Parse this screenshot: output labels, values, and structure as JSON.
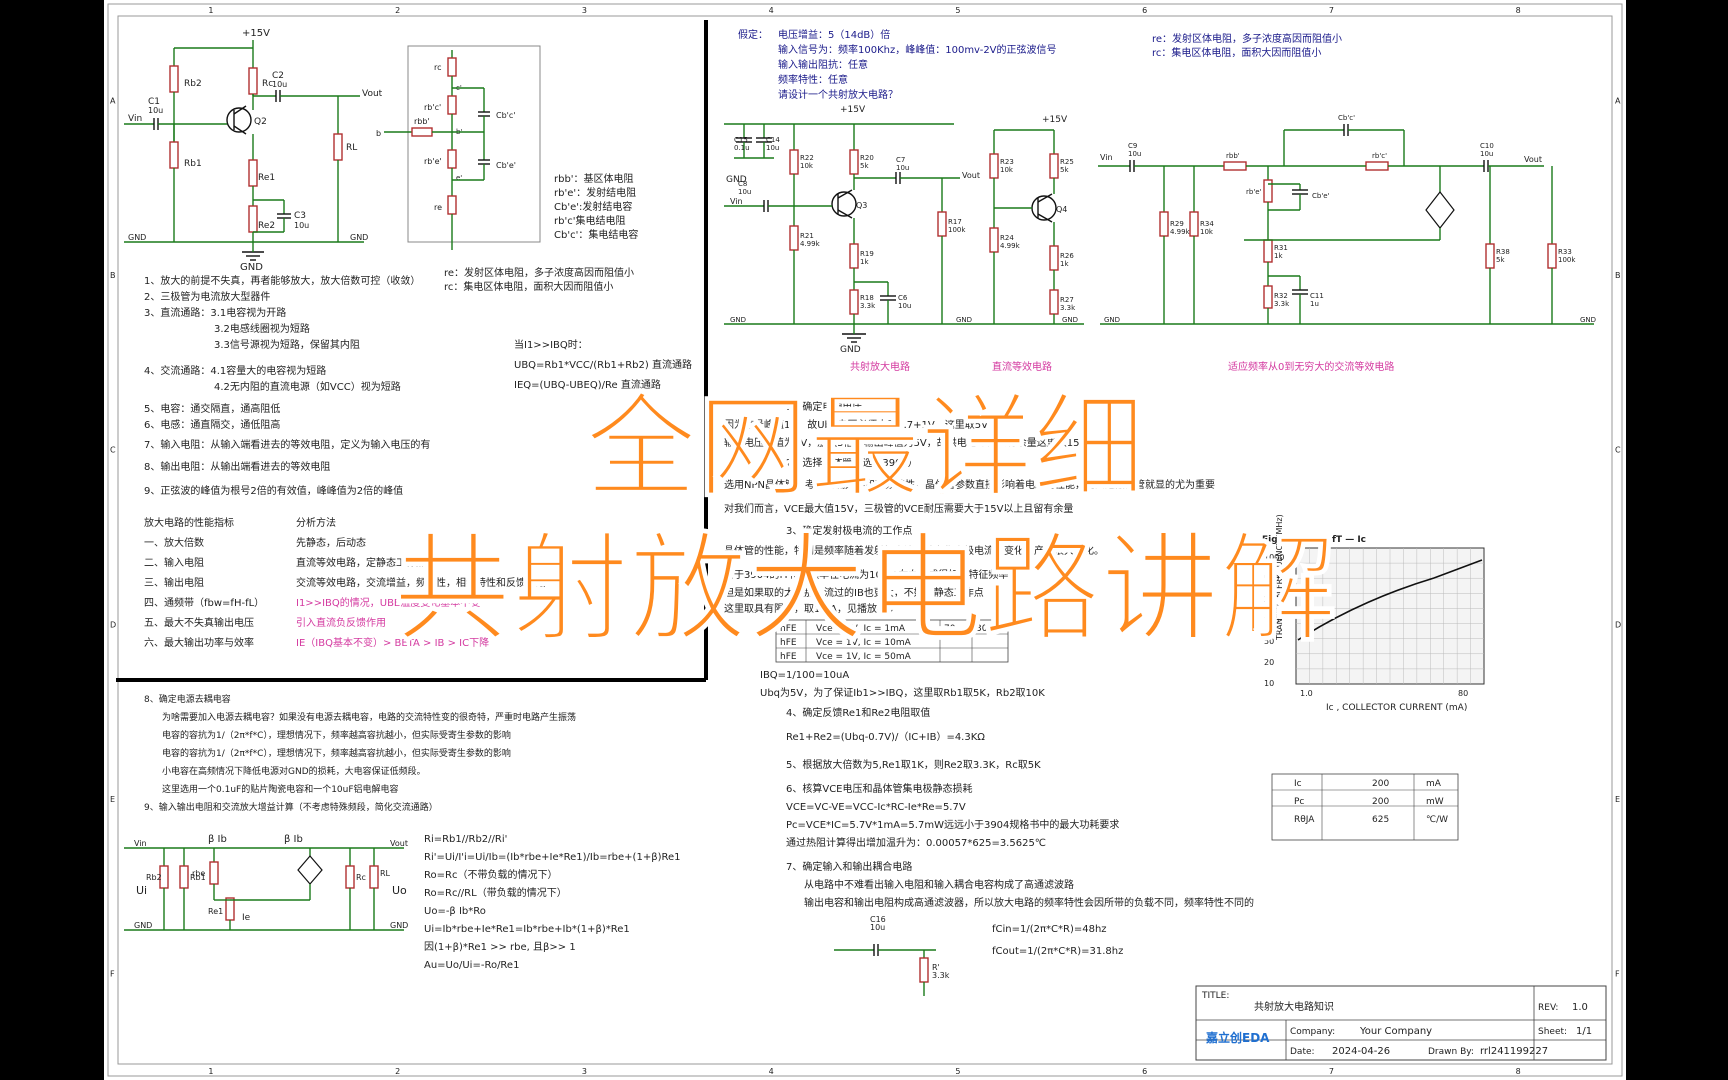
{
  "overlay": {
    "title_line1": "全网最详细",
    "title_line2": "共射放大电路讲解"
  },
  "colors": {
    "overlay": "#ff8a1e",
    "wire": "#1a7a1a",
    "component": "#b03030",
    "note_pink": "#d43aa0",
    "text_blue": "#1a1a8a"
  },
  "left_circuit": {
    "vcc": "+15V",
    "vin": "Vin",
    "vout": "Vout",
    "gnd": "GND",
    "gnd_sym": "GND",
    "parts": [
      "Rb2",
      "Rc",
      "C2",
      "10u",
      "C1",
      "10u",
      "Q2",
      "Rb1",
      "Re1",
      "Re2",
      "C3",
      "10u",
      "RL"
    ]
  },
  "hybrid_model": {
    "labels": [
      "rc",
      "c'",
      "rb'c'",
      "b'",
      "rbb'",
      "b",
      "rb'e'",
      "e'",
      "re",
      "Cb'c'",
      "Cb'e'"
    ],
    "legend": [
      "rbb'：基区体电阻",
      "rb'e'：发射结电阻",
      "Cb'e':发射结电容",
      "rb'c'集电结电阻",
      "Cb'c'：集电结电容"
    ]
  },
  "re_rc_note": [
    "re：发射区体电阻，多子浓度高因而阻值小",
    "rc：集电区体电阻，面积大因而阻值小"
  ],
  "left_notes": [
    "1、放大的前提不失真，再者能够放大，放大倍数可控（收敛）",
    "2、三极管为电流放大型器件",
    "3、直流通路：3.1电容视为开路",
    "3.2电感线圈视为短路",
    "3.3信号源视为短路，保留其内阻",
    "4、交流通路：4.1容量大的电容视为短路",
    "4.2无内阻的直流电源（如VCC）视为短路",
    "5、电容：通交隔直，通高阻低",
    "6、电感：通直隔交，通低阻高",
    "7、输入电阻：从输入端看进去的等效电阻，定义为输入电压的有",
    "8、输出电阻：从输出端看进去的等效电阻",
    "9、正弦波的峰值为根号2倍的有效值，峰峰值为2倍的峰值"
  ],
  "ibq_block": [
    "当I1>>IBQ时：",
    "UBQ=Rb1*VCC/(Rb1+Rb2)  直流通路",
    "IEQ=(UBQ-UBEQ)/Re  直流通路"
  ],
  "perf_table": {
    "header_a": "放大电路的性能指标",
    "header_b": "分析方法",
    "rows": [
      [
        "一、放大倍数",
        "先静态，后动态"
      ],
      [
        "二、输入电阻",
        "直流等效电路，定静态工作点"
      ],
      [
        "三、输出电阻",
        "交流等效电路，交流增益，频特性，相频特性和反馈网络"
      ],
      [
        "四、通频带（fbw=fH-fL）",
        "I1>>IBQ的情况，UBE温度变化基本不变"
      ],
      [
        "五、最大不失真输出电压",
        "引入直流负反馈作用"
      ],
      [
        "六、最大输出功率与效率",
        "IE（IBQ基本不变）> BETA > IB > IC下降"
      ]
    ]
  },
  "caps_section": [
    "8、确定电源去耦电容",
    "为啥需要加入电源去耦电容？如果没有电源去耦电容，电路的交流特性变的很奇特，严重时电路产生振荡",
    "电容的容抗为1/（2π*f*C），理想情况下，频率越高容抗越小，但实际受寄生参数的影响",
    "电容的容抗为1/（2π*f*C），理想情况下，频率越高容抗越小，但实际受寄生参数的影响",
    "小电容在高频情况下降低电源对GND的损耗，大电容保证低频段。",
    "这里选用一个0.1uF的贴片陶瓷电容和一个10uF铝电解电容",
    "9、输入输出电阻和交流放大增益计算（不考虑特殊频段，简化交流通路）"
  ],
  "small_signal": {
    "labels": [
      "Vin",
      "β Ib",
      "β Ib",
      "Vout",
      "Rb2",
      "Rb1",
      "rbe",
      "Rc",
      "RL",
      "Re1",
      "Ie",
      "Ui",
      "Uo",
      "GND",
      "GND"
    ]
  },
  "formulas": [
    "Ri=Rb1//Rb2//Ri'",
    "Ri'=Ui/I'i=Ui/Ib=(Ib*rbe+Ie*Re1)/Ib=rbe+(1+β)Re1",
    "Ro=Rc（不带负载的情况下）",
    "Ro=Rc//RL（带负载的情况下）",
    "Uo=-β Ib*Ro",
    "Ui=Ib*rbe+Ie*Re1=Ib*rbe+Ib*(1+β)*Re1",
    "因(1+β)*Re1 >> rbe, 且β>> 1",
    "Au=Uo/Ui=-Ro/Re1"
  ],
  "spec": [
    "假定：",
    "电压增益：5（14dB）倍",
    "输入信号为：频率100Khz，峰峰值：100mv-2V的正弦波信号",
    "输入输出阻抗：任意",
    "频率特性：任意",
    "请设计一个共射放大电路？"
  ],
  "re_rc_note2": [
    "re：发射区体电阻，多子浓度高因而阻值小",
    "rc：集电区体电阻，面积大因而阻值小"
  ],
  "circuit_captions": [
    "共射放大电路",
    "直流等效电路",
    "适应频率从0到无穷大的交流等效电路"
  ],
  "mid_circuits": {
    "cs": [
      "+15V",
      "C15",
      "0.1u",
      "C14",
      "10u",
      "R22",
      "10k",
      "R20",
      "5k",
      "C7",
      "10u",
      "Vout",
      "C8",
      "10u",
      "Vin",
      "Q3",
      "R21",
      "4.99k",
      "R19",
      "1k",
      "R17",
      "100k",
      "R18",
      "3.3k",
      "C6",
      "10u",
      "GND",
      "GND",
      "GND",
      "GND"
    ],
    "dc": [
      "+15V",
      "R23",
      "10k",
      "R25",
      "5k",
      "Q4",
      "R24",
      "4.99k",
      "R26",
      "1k",
      "R27",
      "3.3k",
      "GND"
    ],
    "ac": [
      "Vin",
      "C9",
      "10u",
      "rbb'",
      "rb'e'",
      "Cb'e'",
      "Cb'c'",
      "rb'c'",
      "C10",
      "10u",
      "Vout",
      "R29",
      "4.99k",
      "R34",
      "10k",
      "R31",
      "1k",
      "R32",
      "3.3k",
      "C11",
      "1u",
      "R38",
      "5k",
      "R33",
      "100k",
      "GND",
      "GND"
    ]
  },
  "right_notes": [
    "1、确定电源电压",
    "因为信号峰值1V，故Ubq电压必须大于0.7+1V，这里取5V",
    "输入电压峰值为1V，放大5倍后输出峰值为5V，故供电电源需要有余量这里取15V",
    "2、选择晶体管（选用3904）",
    "选用NPN晶体管，考虑电流大小和高频特性，晶体管参数直接影响着电路的性能，尤其选晶体管就显的尤为重要",
    "对我们而言，VCE最大值15V，三极管的VCE耐压需要大于15V以上且留有余量",
    "3、确定发射极电流的工作点",
    "晶体管的性能，特别是频率随着发射极电流（或者集电极电流）变化而产生很大变化。",
    "由于3904的fT特征频率在电流为10mA左右可成很好的特征频率",
    "但是如果取的太大那么流过的IB也更大，不好，静态工作点",
    "这里取具有限制，取1mA，见播放器0"
  ],
  "hfe_table": {
    "rows": [
      [
        "hFE",
        "Vce = 1V, Ic = 1mA",
        "70",
        "300"
      ],
      [
        "hFE",
        "Vce = 1V, Ic = 10mA",
        "",
        ""
      ],
      [
        "hFE",
        "Vce = 1V, Ic = 50mA",
        "",
        ""
      ]
    ]
  },
  "ibq_calc": [
    "IBQ=1/100=10uA",
    "Ubq为5V，为了保证Ib1>>IBQ，这里取Rb1取5K，Rb2取10K"
  ],
  "steps": [
    "4、确定反馈Re1和Re2电阻取值",
    "Re1+Re2=(Ubq-0.7V)/（IC+IB）=4.3KΩ",
    "5、根据放大倍数为5,Re1取1K，则Re2取3.3K，Rc取5K",
    "6、核算VCE电压和晶体管集电极静态损耗",
    "VCE=VC-VE=VCC-Ic*RC-Ie*Re=5.7V",
    "Pc=VCE*IC=5.7V*1mA=5.7mW远远小于3904规格书中的最大功耗要求",
    "通过热阻计算得出增加温升为：0.00057*625=3.5625℃",
    "7、确定输入和输出耦合电路",
    "从电路中不难看出输入电阻和输入耦合电容构成了高通滤波路",
    "输出电容和输出电阻构成高通滤波器，所以放大电路的频率特性会因所带的负载不同，频率特性不同的"
  ],
  "fr_chart": {
    "fig": "Fig.8",
    "label": "fT — Ic",
    "ylabel": "TRANSITION FREQUENCY (MHz)",
    "xlabel": "Ic , COLLECTOR CURRENT (mA)",
    "yticks": [
      "1000",
      "500",
      "200",
      "100",
      "50",
      "20",
      "10"
    ],
    "xticks": [
      "1.0",
      "80"
    ]
  },
  "abs_table": {
    "rows": [
      [
        "Ic",
        "200",
        "mA"
      ],
      [
        "Pc",
        "200",
        "mW"
      ],
      [
        "RθJA",
        "625",
        "℃/W"
      ]
    ]
  },
  "coupling": {
    "parts": [
      "C16",
      "10u",
      "R'",
      "3.3k"
    ],
    "f1": "fCin=1/(2π*C*R)=48hz",
    "f2": "fCout=1/(2π*C*R)=31.8hz"
  },
  "title_block": {
    "title_label": "TITLE:",
    "title": "共射放大电路知识",
    "rev_label": "REV:",
    "rev": "1.0",
    "brand": "嘉立创EDA",
    "company_label": "Company:",
    "company": "Your Company",
    "sheet_label": "Sheet:",
    "sheet": "1/1",
    "date_label": "Date:",
    "date": "2024-04-26",
    "drawn_label": "Drawn By:",
    "drawn": "rrl241199227"
  },
  "border": {
    "cols": [
      "1",
      "2",
      "3",
      "4",
      "5",
      "6",
      "7",
      "8"
    ],
    "rows": [
      "A",
      "B",
      "C",
      "D",
      "E",
      "F"
    ]
  }
}
